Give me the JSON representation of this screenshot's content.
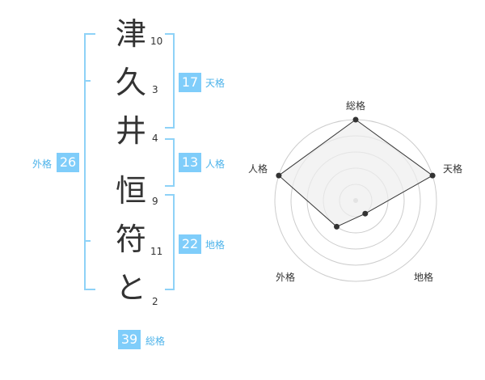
{
  "colors": {
    "accent": "#7fcdfa",
    "bracket": "#8ed2f7",
    "label": "#4db3ea",
    "text": "#333333",
    "radar_fill": "#eeeeee",
    "radar_ring": "#cccccc"
  },
  "name": {
    "chars": [
      {
        "char": "津",
        "strokes": "10"
      },
      {
        "char": "久",
        "strokes": "3"
      },
      {
        "char": "井",
        "strokes": "4"
      },
      {
        "char": "恒",
        "strokes": "9"
      },
      {
        "char": "符",
        "strokes": "11"
      },
      {
        "char": "と",
        "strokes": "2"
      }
    ]
  },
  "fortunes": {
    "tenkaku": {
      "value": "17",
      "label": "天格"
    },
    "jinkaku": {
      "value": "13",
      "label": "人格"
    },
    "chikaku": {
      "value": "22",
      "label": "地格"
    },
    "gaikaku": {
      "value": "26",
      "label": "外格"
    },
    "soukaku": {
      "value": "39",
      "label": "総格"
    }
  },
  "chart_data": {
    "type": "radar",
    "axes": [
      "総格",
      "天格",
      "地格",
      "外格",
      "人格"
    ],
    "values": [
      1.0,
      1.0,
      0.2,
      0.4,
      1.0
    ],
    "range": [
      0,
      1
    ],
    "rings": 5,
    "grid": true
  }
}
